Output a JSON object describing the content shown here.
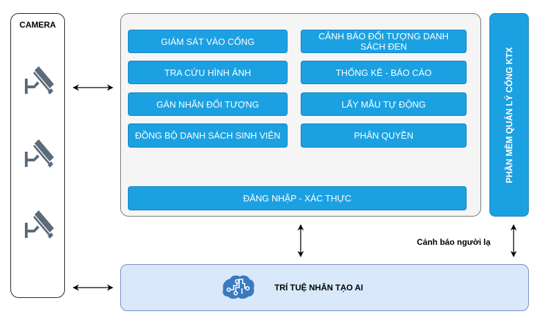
{
  "camera": {
    "title": "CAMERA",
    "icons": [
      "cctv-camera-icon",
      "cctv-camera-icon",
      "cctv-camera-icon"
    ]
  },
  "software": {
    "title": "PHẦN MỀM QUẢN LÝ CỔNG KTX",
    "functions": [
      {
        "label": "GIÁM SÁT VÀO CỔNG"
      },
      {
        "label": "CẢNH BÁO ĐỐI TƯỢNG DANH SÁCH ĐEN"
      },
      {
        "label": "TRA CỨU HÌNH ẢNH"
      },
      {
        "label": "THỐNG KÊ - BÁO CÁO"
      },
      {
        "label": "GÁN NHÃN ĐỐI TƯỢNG"
      },
      {
        "label": "LẤY MẪU TỰ ĐỘNG"
      },
      {
        "label": "ĐỒNG BỘ DANH SÁCH SINH VIÊN"
      },
      {
        "label": "PHÂN QUYỀN"
      }
    ],
    "login": {
      "label": "ĐĂNG NHẬP - XÁC THỰC"
    }
  },
  "ai": {
    "label": "TRÍ TUỆ NHÂN TẠO AI",
    "icon": "ai-brain-circuit-icon"
  },
  "connections": {
    "alert_label": "Cảnh báo người lạ"
  },
  "colors": {
    "button_blue": "#1ba1e2",
    "ai_fill": "#dae8fc",
    "ai_border": "#6c8ebf",
    "panel_fill": "#f5f5f5",
    "camera_icon": "#5a6b7b",
    "brain_icon": "#3a7bbf"
  }
}
